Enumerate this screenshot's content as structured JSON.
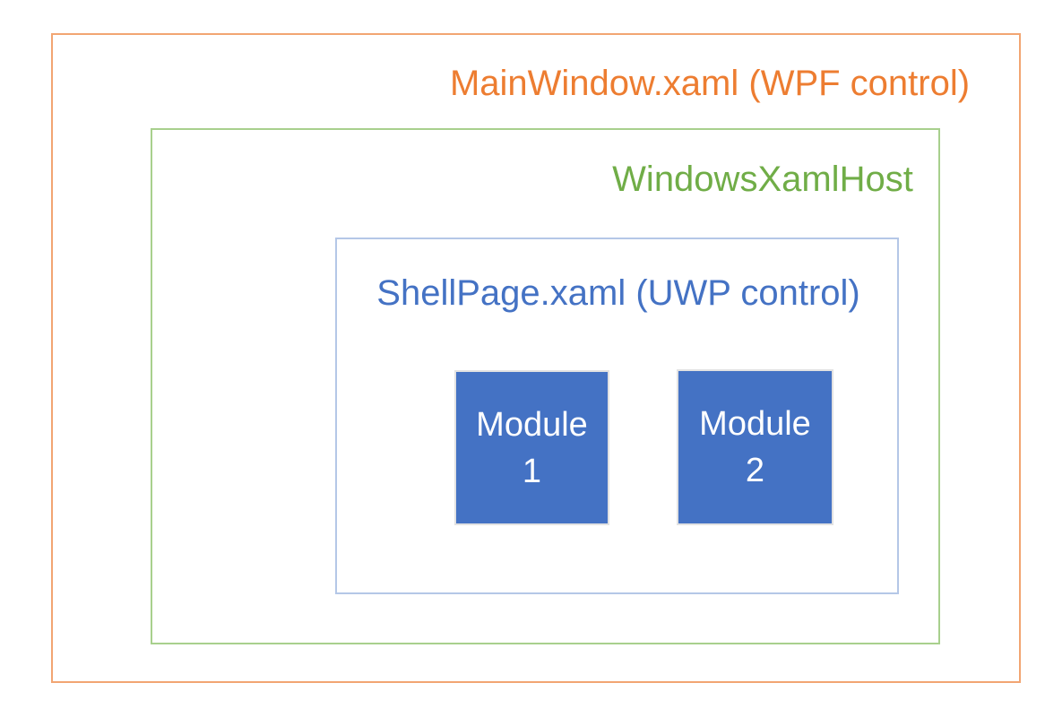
{
  "diagram": {
    "outer_box": {
      "label": "MainWindow.xaml (WPF control)",
      "text_color": "#ED7D31",
      "border_color": "#F2A572"
    },
    "host_box": {
      "label": "WindowsXamlHost",
      "text_color": "#70AD47",
      "border_color": "#A8D08D"
    },
    "shell_box": {
      "label": "ShellPage.xaml (UWP control)",
      "text_color": "#4472C4",
      "border_color": "#B4C7E7"
    },
    "modules": [
      {
        "line1": "Module",
        "line2": "1"
      },
      {
        "line1": "Module",
        "line2": "2"
      }
    ],
    "module_style": {
      "fill_color": "#4472C4",
      "border_color": "#E2E2E2",
      "text_color": "#FFFFFF"
    }
  }
}
